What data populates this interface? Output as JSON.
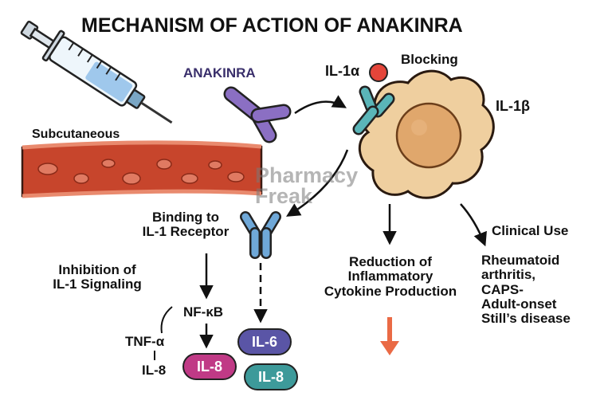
{
  "title": "MECHANISM OF ACTION OF ANAKINRA",
  "labels": {
    "drug": "ANAKINRA",
    "route": "Subcutaneous",
    "il1a": "IL-1α",
    "il1b": "IL-1β",
    "blocking": "Blocking",
    "binding_line1": "Binding to",
    "binding_line2": "IL-1 Receptor",
    "inhibition_line1": "Inhibition of",
    "inhibition_line2": "IL-1 Signaling",
    "nfkb": "NF-κB",
    "tnf": "TNF-α",
    "il8_plain": "IL-8",
    "reduction_line1": "Reduction of",
    "reduction_line2": "Inflammatory",
    "reduction_line3": "Cytokine Production",
    "clinical_use": "Clinical Use",
    "uses_line1": "Rheumatoid",
    "uses_line2": "arthritis,",
    "uses_line3": "CAPS-",
    "uses_line4": "Adult-onset",
    "uses_line5": "Still’s disease"
  },
  "pills": {
    "il6": "IL-6",
    "il8_magenta": "IL-8",
    "il8_teal": "IL-8"
  },
  "watermark": {
    "line1": "Pharmacy",
    "line2": "Freak"
  },
  "colors": {
    "drug_purple": "#8b6fc3",
    "receptor_teal": "#5ab5b8",
    "receptor_blue": "#6fa8d8",
    "cell_tan": "#efcf9f",
    "nucleus": "#e0a76c",
    "vessel_red": "#c7452c",
    "il1a_dot": "#e4453a",
    "down_arrow": "#ea6a45",
    "il6_pill": "#5a55a6",
    "il8_magenta": "#c03a86",
    "il8_teal": "#3d9a9a"
  }
}
